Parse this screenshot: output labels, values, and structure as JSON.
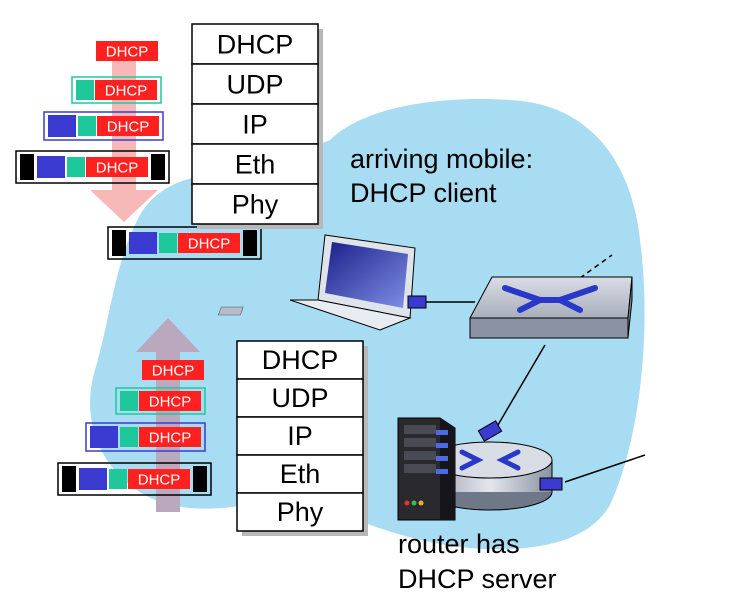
{
  "client_stack": {
    "layers": [
      "DHCP",
      "UDP",
      "IP",
      "Eth",
      "Phy"
    ]
  },
  "server_stack": {
    "layers": [
      "DHCP",
      "UDP",
      "IP",
      "Eth",
      "Phy"
    ]
  },
  "packet_label": "DHCP",
  "labels": {
    "client": [
      "arriving mobile:",
      "DHCP client"
    ],
    "server": [
      "router has",
      "DHCP server"
    ]
  },
  "colors": {
    "network_cloud": "#a8dcf2",
    "dhcp_payload": "#ff2020",
    "udp_header": "#1fc89a",
    "ip_header": "#3a3ad0",
    "eth_header": "#000000",
    "arrow_down": "#f7b8b8",
    "arrow_up": "#b9a8be"
  }
}
